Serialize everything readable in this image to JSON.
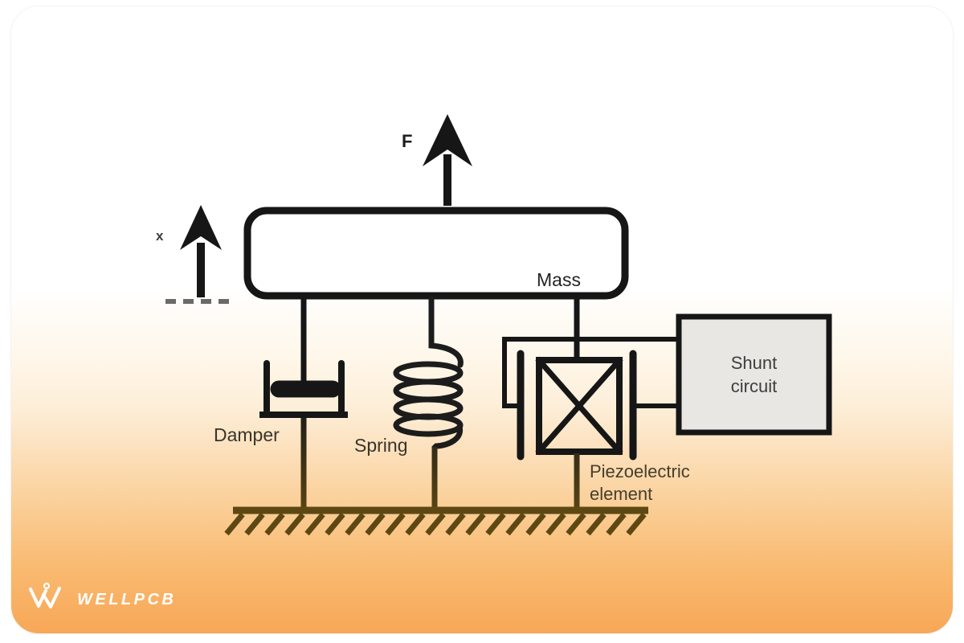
{
  "card": {
    "gradient_top_color": "#ffffff",
    "gradient_bottom_color": "#f8a757"
  },
  "diagram": {
    "force_label": "F",
    "displacement_label": "x",
    "mass_label": "Mass",
    "damper_label": "Damper",
    "spring_label": "Spring",
    "piezo_label_line1": "Piezoelectric",
    "piezo_label_line2": "element",
    "shunt_label_line1": "Shunt",
    "shunt_label_line2": "circuit",
    "colors": {
      "ink": "#1a1a1a",
      "ground": "#5d4814",
      "shunt_fill": "#e9e7e4",
      "dash": "#6a6a6a"
    },
    "icons": {
      "force_arrow": "up-arrow-icon",
      "displacement_arrow": "up-arrow-icon"
    }
  },
  "branding": {
    "logo_text": "WELLPCB",
    "logo_color": "#ffffff"
  }
}
